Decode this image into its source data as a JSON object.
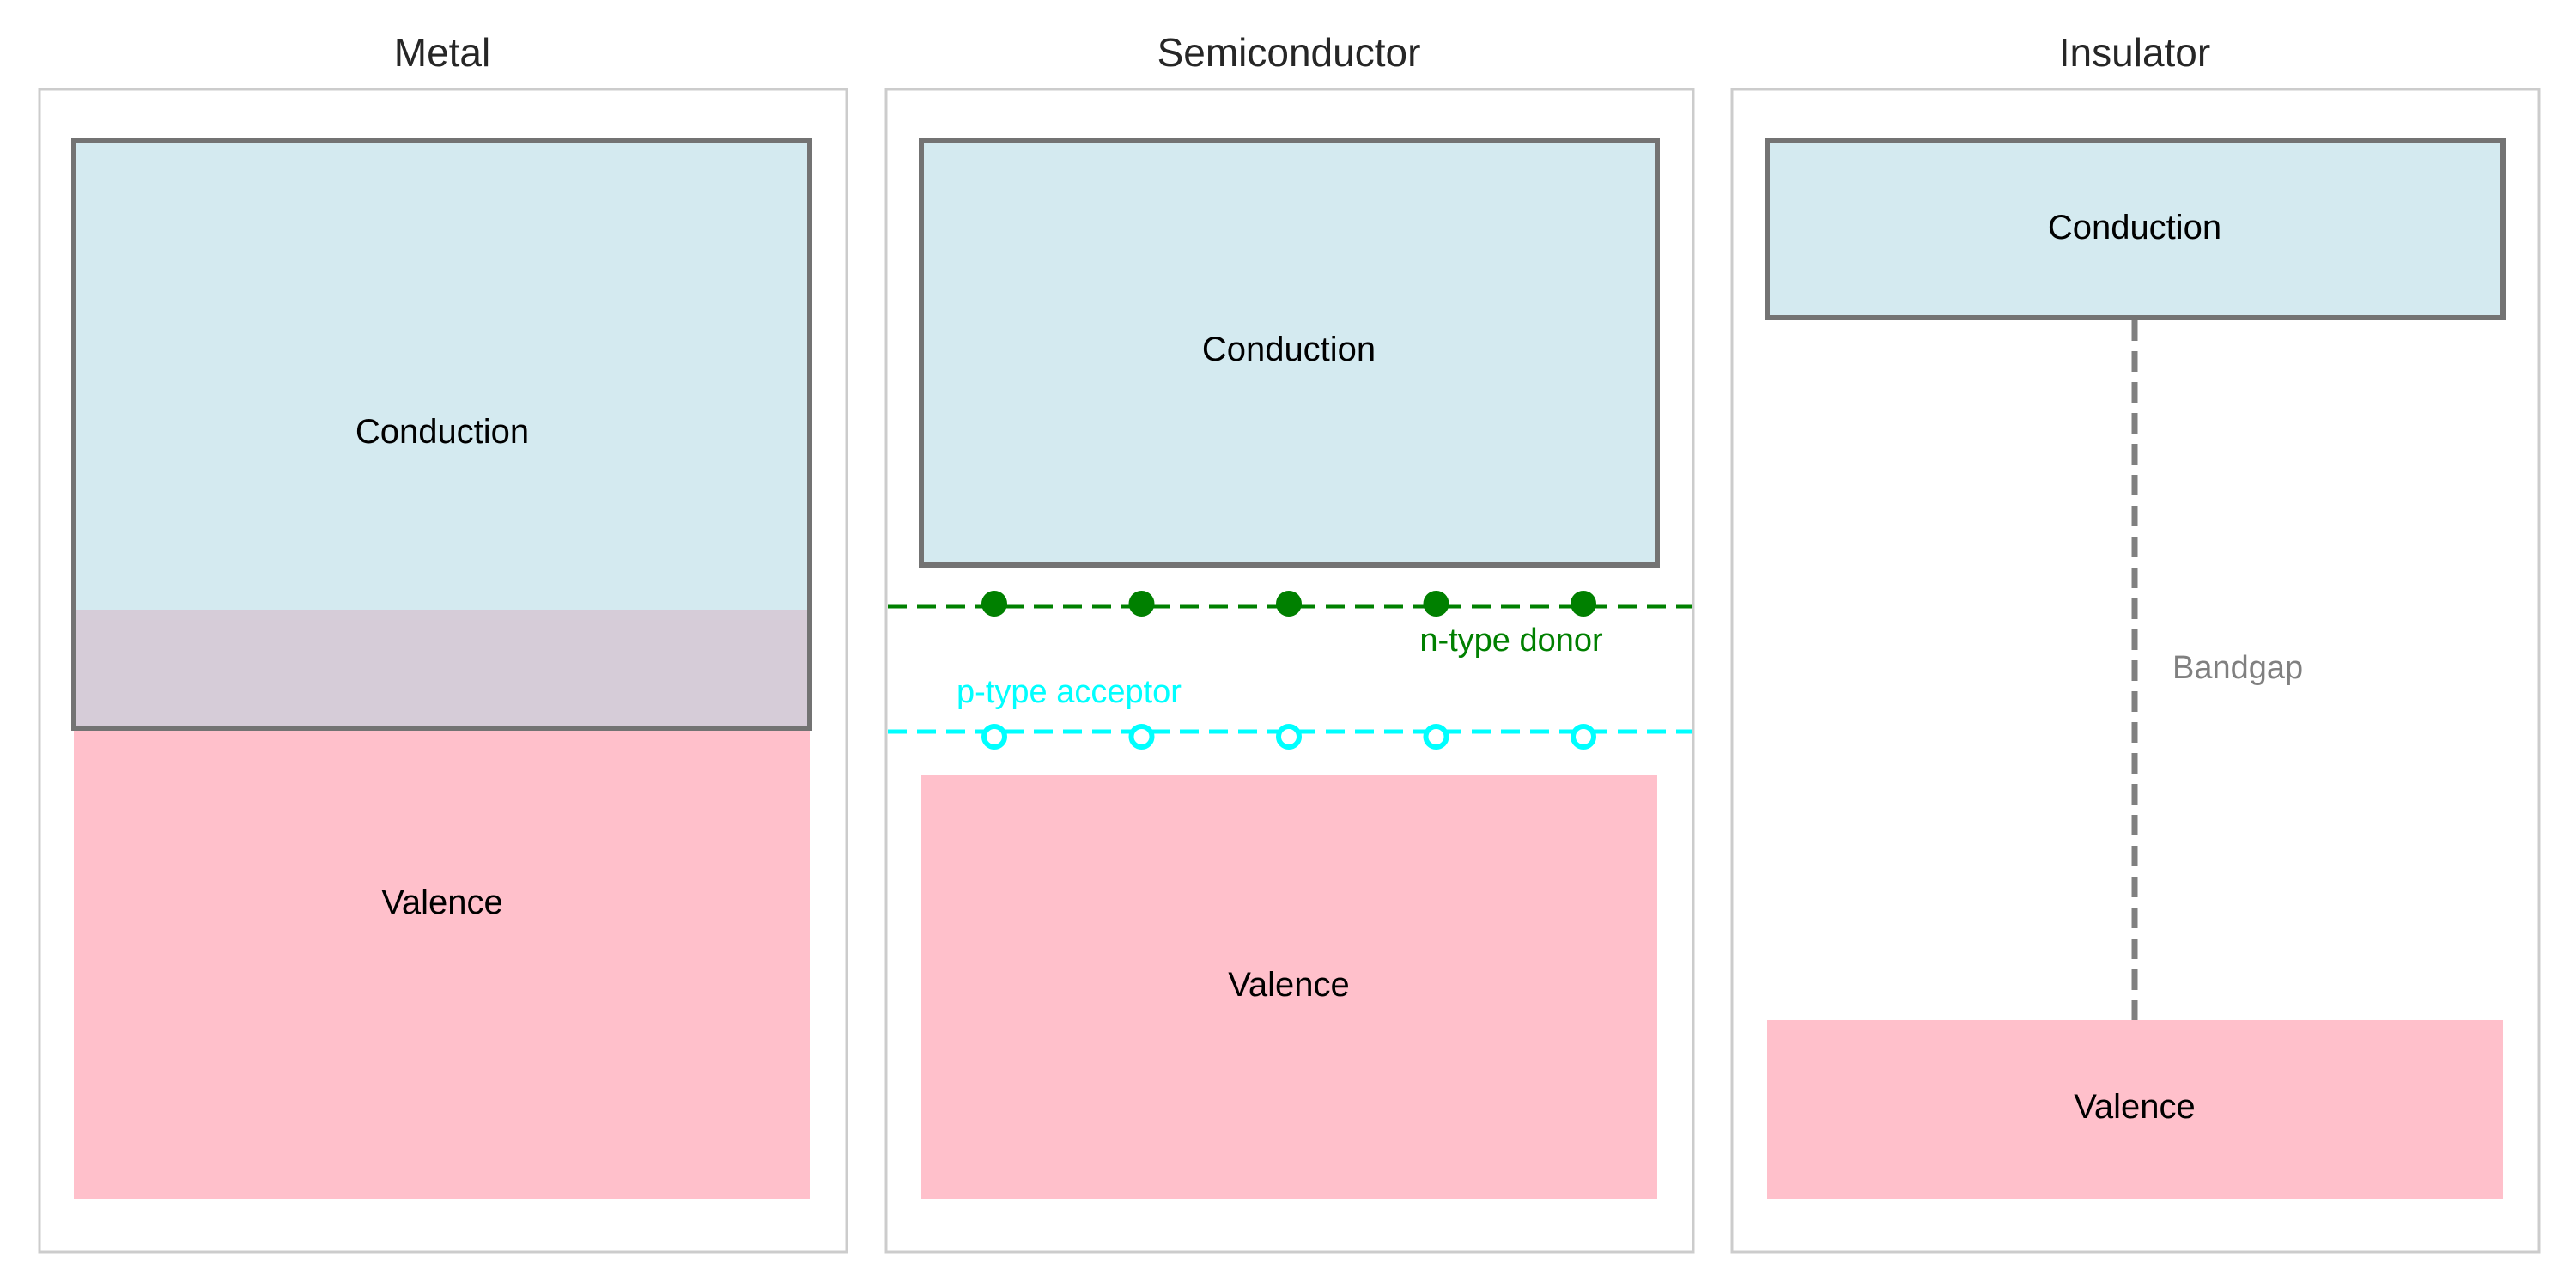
{
  "colors": {
    "conduction": "#d4eaf0",
    "valence": "#ffc0cb",
    "overlap": "#d6ccd8",
    "band_edge": "#737373",
    "donor": "#008000",
    "acceptor": "#00ffff",
    "bandgap": "#808080",
    "frame": "#cccccc"
  },
  "panels": {
    "metal": {
      "title": "Metal",
      "conduction_label": "Conduction",
      "valence_label": "Valence"
    },
    "semiconductor": {
      "title": "Semiconductor",
      "conduction_label": "Conduction",
      "valence_label": "Valence",
      "donor_label": "n-type donor",
      "acceptor_label": "p-type acceptor",
      "donor_count": 5,
      "acceptor_count": 5
    },
    "insulator": {
      "title": "Insulator",
      "conduction_label": "Conduction",
      "valence_label": "Valence",
      "bandgap_label": "Bandgap"
    }
  }
}
